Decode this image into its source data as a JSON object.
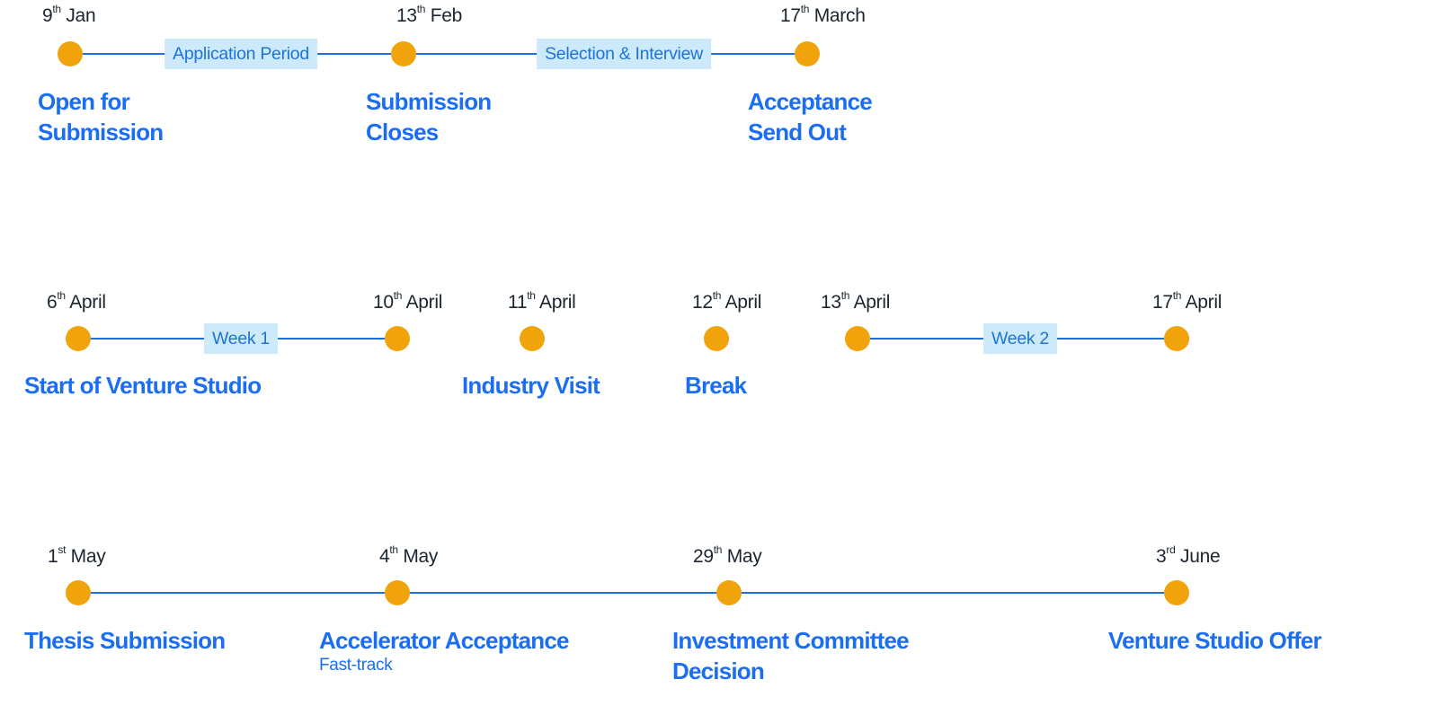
{
  "rows": [
    {
      "milestones": [
        {
          "day": "9",
          "suffix": "th",
          "month": "Jan",
          "title_lines": [
            "Open for",
            "Submission"
          ]
        },
        {
          "day": "13",
          "suffix": "th",
          "month": "Feb",
          "title_lines": [
            "Submission",
            "Closes"
          ]
        },
        {
          "day": "17",
          "suffix": "th",
          "month": "March",
          "title_lines": [
            "Acceptance",
            "Send Out"
          ]
        }
      ],
      "periods": [
        "Application Period",
        "Selection & Interview"
      ]
    },
    {
      "milestones": [
        {
          "day": "6",
          "suffix": "th",
          "month": "April",
          "title_lines": [
            "Start of Venture Studio"
          ]
        },
        {
          "day": "10",
          "suffix": "th",
          "month": "April",
          "title_lines": []
        },
        {
          "day": "11",
          "suffix": "th",
          "month": "April",
          "title_lines": [
            "Industry Visit"
          ]
        },
        {
          "day": "12",
          "suffix": "th",
          "month": "April",
          "title_lines": [
            "Break"
          ]
        },
        {
          "day": "13",
          "suffix": "th",
          "month": "April",
          "title_lines": []
        },
        {
          "day": "17",
          "suffix": "th",
          "month": "April",
          "title_lines": []
        }
      ],
      "periods": [
        "Week 1",
        "Week 2"
      ]
    },
    {
      "milestones": [
        {
          "day": "1",
          "suffix": "st",
          "month": "May",
          "title_lines": [
            "Thesis Submission"
          ]
        },
        {
          "day": "4",
          "suffix": "th",
          "month": "May",
          "title_lines": [
            "Accelerator Acceptance"
          ],
          "subtitle": "Fast-track"
        },
        {
          "day": "29",
          "suffix": "th",
          "month": "May",
          "title_lines": [
            "Investment Committee",
            "Decision"
          ]
        },
        {
          "day": "3",
          "suffix": "rd",
          "month": "June",
          "title_lines": [
            "Venture Studio Offer"
          ]
        }
      ],
      "periods": []
    }
  ],
  "colors": {
    "line": "#1f6fe0",
    "dot": "#f0a30a",
    "title": "#1c6ef0",
    "period_bg": "#cdeafb",
    "date": "#1b2530"
  }
}
